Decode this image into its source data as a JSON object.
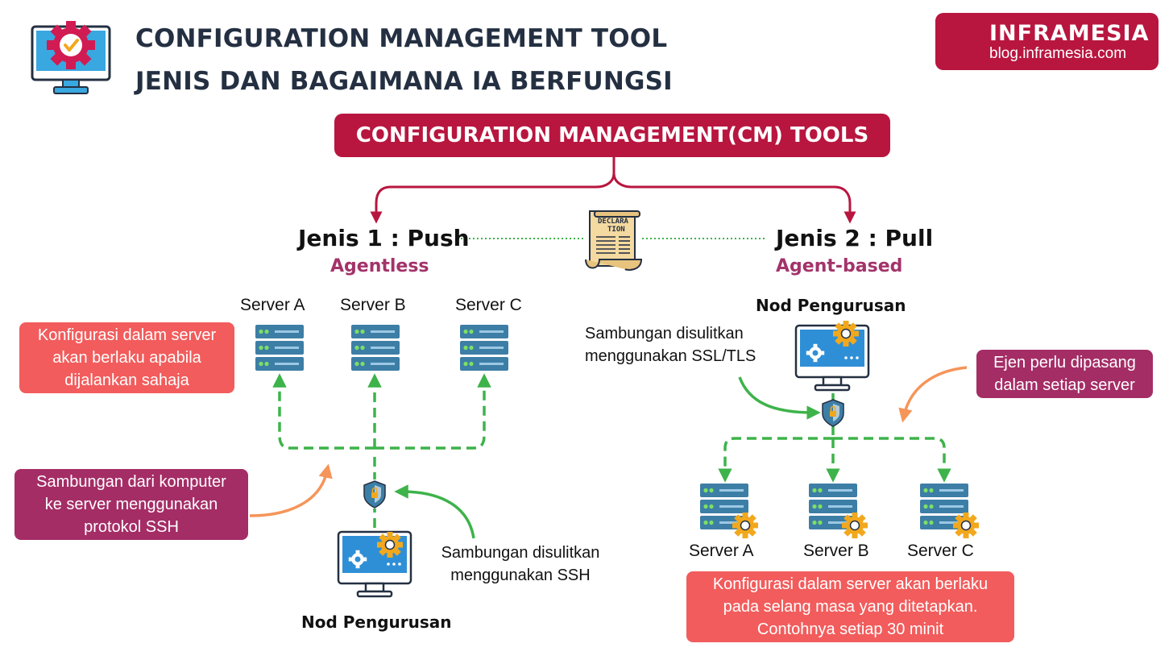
{
  "header": {
    "title_line1": "CONFIGURATION MANAGEMENT TOOL",
    "title_line2": "JENIS DAN BAGAIMANA IA BERFUNGSI",
    "logo_icon": "monitor-gear-check-icon"
  },
  "brand": {
    "name": "INFRAMESIA",
    "url": "blog.inframesia.com",
    "icon": "server-rack-icon",
    "color": "#b8163f"
  },
  "root": {
    "label": "CONFIGURATION MANAGEMENT(CM) TOOLS"
  },
  "document": {
    "text_line1": "DECLARA",
    "text_line2": "TION"
  },
  "push": {
    "title": "Jenis 1 : Push",
    "subtitle": "Agentless",
    "servers": [
      "Server A",
      "Server B",
      "Server C"
    ],
    "node_label": "Nod Pengurusan",
    "note_line1": "Sambungan disulitkan",
    "note_line2": "menggunakan SSH",
    "callout_top": [
      "Konfigurasi dalam server",
      "akan berlaku apabila",
      "dijalankan sahaja"
    ],
    "callout_bottom": [
      "Sambungan dari komputer",
      "ke server menggunakan",
      "protokol SSH"
    ]
  },
  "pull": {
    "title": "Jenis 2 : Pull",
    "subtitle": "Agent-based",
    "node_label": "Nod Pengurusan",
    "note_line1": "Sambungan disulitkan",
    "note_line2": "menggunakan SSL/TLS",
    "servers": [
      "Server A",
      "Server B",
      "Server C"
    ],
    "callout_right": [
      "Ejen perlu dipasang",
      "dalam setiap server"
    ],
    "callout_bottom": [
      "Konfigurasi dalam server akan berlaku",
      "pada selang masa yang ditetapkan.",
      "Contohnya setiap 30 minit"
    ]
  },
  "colors": {
    "accent": "#b8163f",
    "green": "#3db34a",
    "orange": "#f5955a",
    "server": "#3d7ea6",
    "callout_red": "#f25c5c",
    "callout_plum": "#a42d66"
  }
}
